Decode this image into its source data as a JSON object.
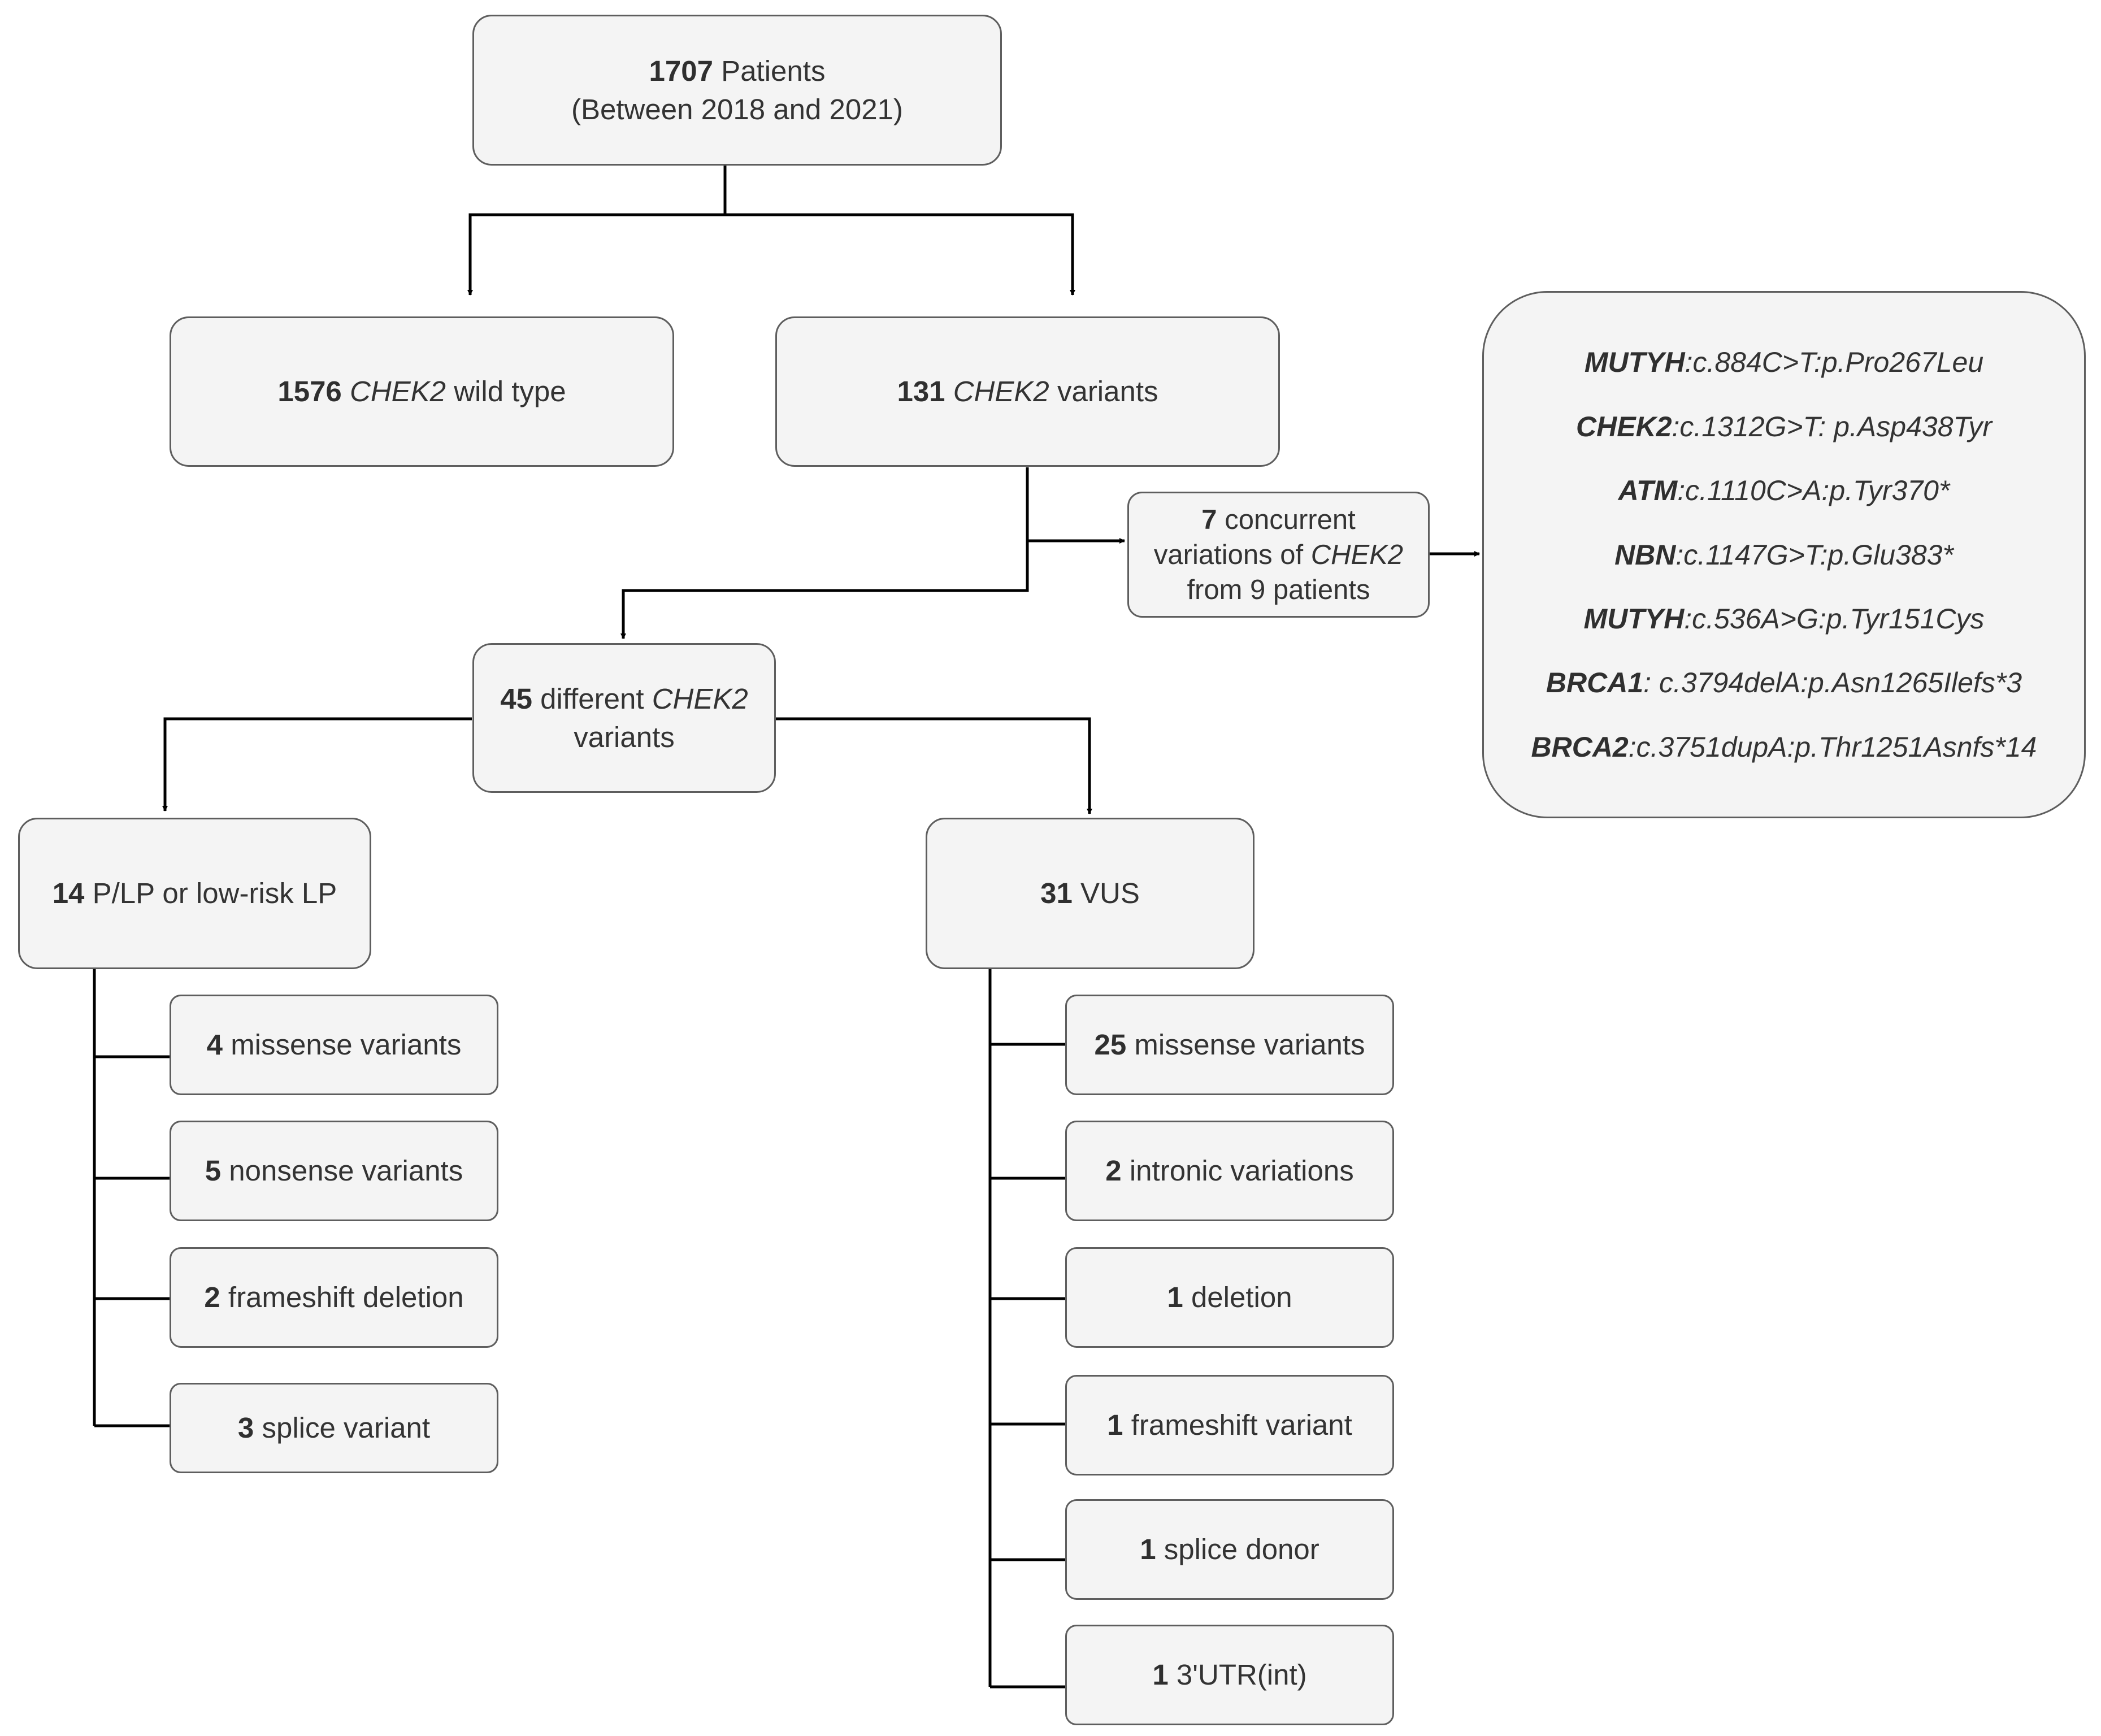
{
  "top": {
    "count": "1707",
    "label": "Patients",
    "subtitle": "(Between 2018 and 2021)"
  },
  "wild_type": {
    "count": "1576",
    "gene": "CHEK2",
    "label": "wild type"
  },
  "variants": {
    "count": "131",
    "gene": "CHEK2",
    "label": "variants"
  },
  "concurrent": {
    "count": "7",
    "line1_rest": "concurrent",
    "line2_pre": "variations of",
    "gene": "CHEK2",
    "line3": "from 9 patients"
  },
  "concurrent_list": [
    {
      "gene": "MUTYH",
      "change": ":c.884C>T:p.Pro267Leu"
    },
    {
      "gene": "CHEK2",
      "change": ":c.1312G>T: p.Asp438Tyr"
    },
    {
      "gene": "ATM",
      "change": ":c.1110C>A:p.Tyr370*"
    },
    {
      "gene": "NBN",
      "change": ":c.1147G>T:p.Glu383*"
    },
    {
      "gene": "MUTYH",
      "change": ":c.536A>G:p.Tyr151Cys"
    },
    {
      "gene": "BRCA1",
      "change": ": c.3794delA:p.Asn1265Ilefs*3"
    },
    {
      "gene": "BRCA2",
      "change": ":c.3751dupA:p.Thr1251Asnfs*14"
    }
  ],
  "different": {
    "count": "45",
    "pre": "different",
    "gene": "CHEK2",
    "line2": "variants"
  },
  "plp": {
    "count": "14",
    "label": "P/LP or low-risk LP",
    "items": [
      {
        "count": "4",
        "label": "missense variants"
      },
      {
        "count": "5",
        "label": "nonsense variants"
      },
      {
        "count": "2",
        "label": "frameshift deletion"
      },
      {
        "count": "3",
        "label": "splice variant"
      }
    ]
  },
  "vus": {
    "count": "31",
    "label": "VUS",
    "items": [
      {
        "count": "25",
        "label": "missense variants"
      },
      {
        "count": "2",
        "label": "intronic variations"
      },
      {
        "count": "1",
        "label": "deletion"
      },
      {
        "count": "1",
        "label": "frameshift variant"
      },
      {
        "count": "1",
        "label": "splice donor"
      },
      {
        "count": "1",
        "label": "3'UTR(int)"
      }
    ]
  }
}
